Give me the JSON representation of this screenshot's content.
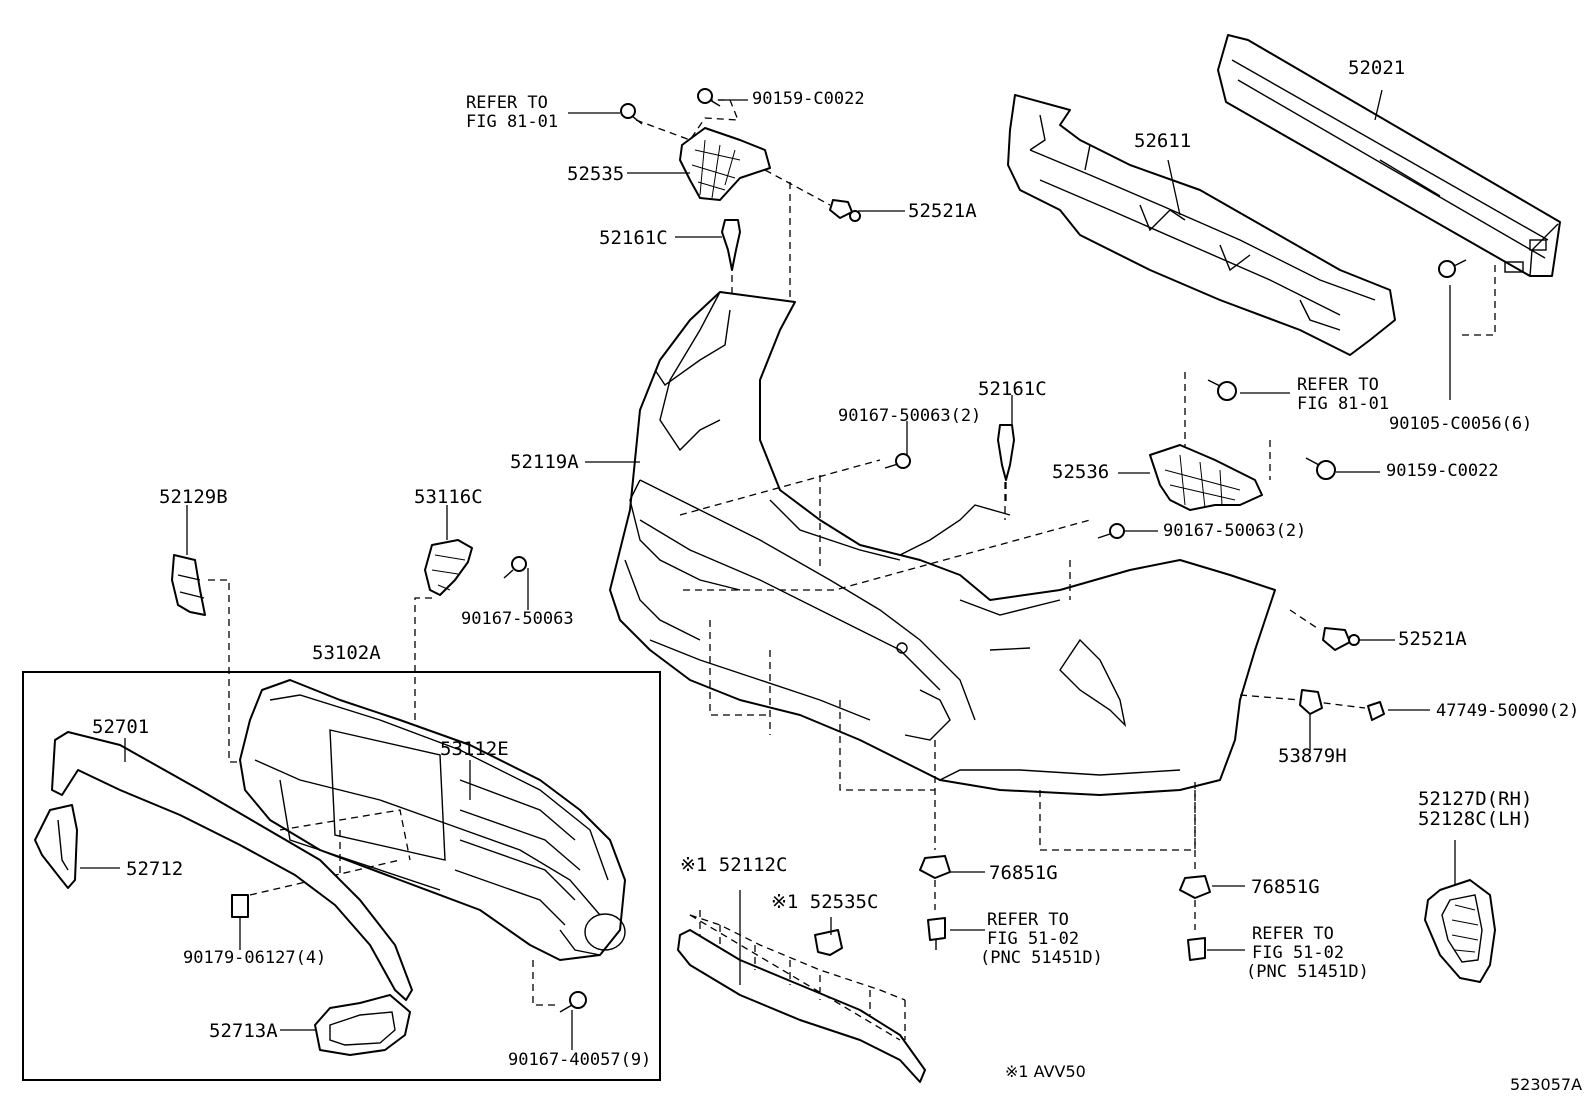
{
  "labels": {
    "p52021": "52021",
    "p52611": "52611",
    "p90159_top": "90159-C0022",
    "refer_top_1": "REFER TO",
    "refer_top_2": "FIG 81-01",
    "p52535": "52535",
    "p52521A_top": "52521A",
    "p52161C_left": "52161C",
    "refer_mid_1": "REFER TO",
    "refer_mid_2": "FIG 81-01",
    "p90105": "90105-C0056(6)",
    "p52161C_right": "52161C",
    "p90167_50063_2_top": "90167-50063(2)",
    "p52119A": "52119A",
    "p52536": "52536",
    "p90159_right": "90159-C0022",
    "p90167_50063_2_right": "90167-50063(2)",
    "p52129B": "52129B",
    "p53116C": "53116C",
    "p90167_50063": "90167-50063",
    "p52521A_right": "52521A",
    "p53102A": "53102A",
    "p47749": "47749-50090(2)",
    "p53879H": "53879H",
    "p52701": "52701",
    "p53112E": "53112E",
    "p52127D": "52127D(RH)",
    "p52128C": "52128C(LH)",
    "p52712": "52712",
    "p52112C": "※1 52112C",
    "p76851G_left": "76851G",
    "p76851G_right": "76851G",
    "p52535C": "※1 52535C",
    "refer_l_1": "REFER TO",
    "refer_l_2": "FIG 51-02",
    "refer_l_3": "(PNC 51451D)",
    "refer_r_1": "REFER TO",
    "refer_r_2": "FIG 51-02",
    "refer_r_3": "(PNC 51451D)",
    "p90179": "90179-06127(4)",
    "p52713A": "52713A",
    "p90167_40057": "90167-40057(9)",
    "footnote": "※1 AVV50",
    "diagram_code": "523057A"
  }
}
